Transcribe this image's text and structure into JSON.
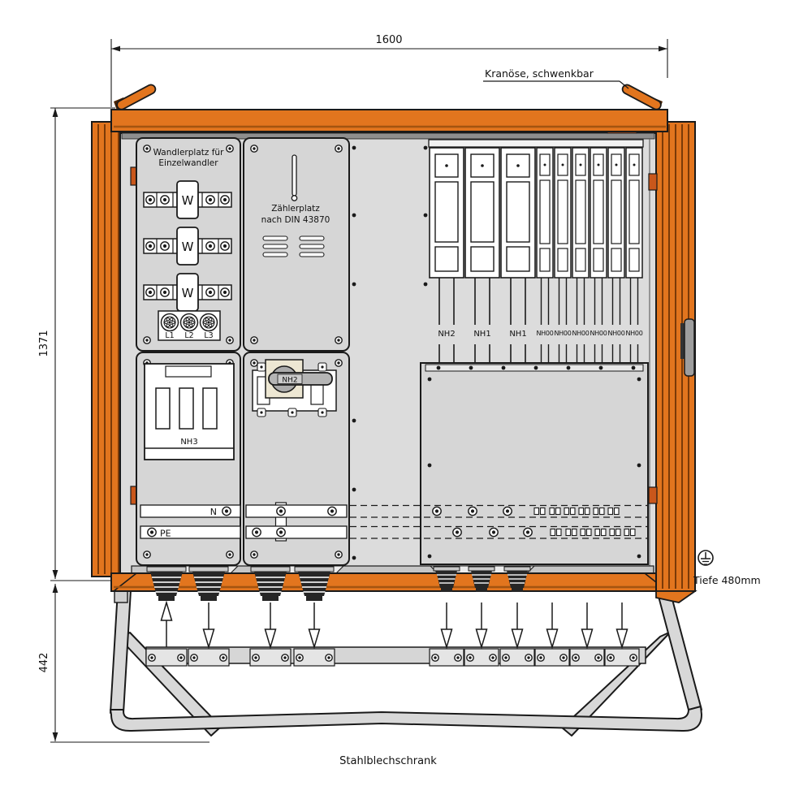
{
  "title": "Stahlblechschrank",
  "dimensions": {
    "width_mm": "1600",
    "height_mm": "1371",
    "stand_height_mm": "442",
    "depth_label": "Tiefe 480mm"
  },
  "callouts": {
    "crane_eye": "Kranöse, schwenkbar"
  },
  "wandler_module": {
    "title_line1": "Wandlerplatz für",
    "title_line2": "Einzelwandler",
    "transformer_label": "W",
    "terminal_labels": [
      "L1",
      "L2",
      "L3"
    ]
  },
  "meter_module": {
    "title_line1": "Zählerplatz",
    "title_line2": "nach DIN 43870"
  },
  "nh3_module": {
    "label": "NH3"
  },
  "nh2_switch": {
    "label": "NH2"
  },
  "bus_bars": {
    "neutral": "N",
    "earth": "PE"
  },
  "fuse_strips": {
    "labels": [
      "NH2",
      "NH1",
      "NH1",
      "NH00",
      "NH00",
      "NH00",
      "NH00",
      "NH00",
      "NH00"
    ]
  },
  "colors": {
    "orange": "#E2751E",
    "orange_dark": "#A35410",
    "panel_gray": "#D6D6D6",
    "interior_gray": "#DCDCDC",
    "stand_gray": "#D8D8D8",
    "outline": "#1a1a1a",
    "switch_beige": "#EDE7D3"
  }
}
